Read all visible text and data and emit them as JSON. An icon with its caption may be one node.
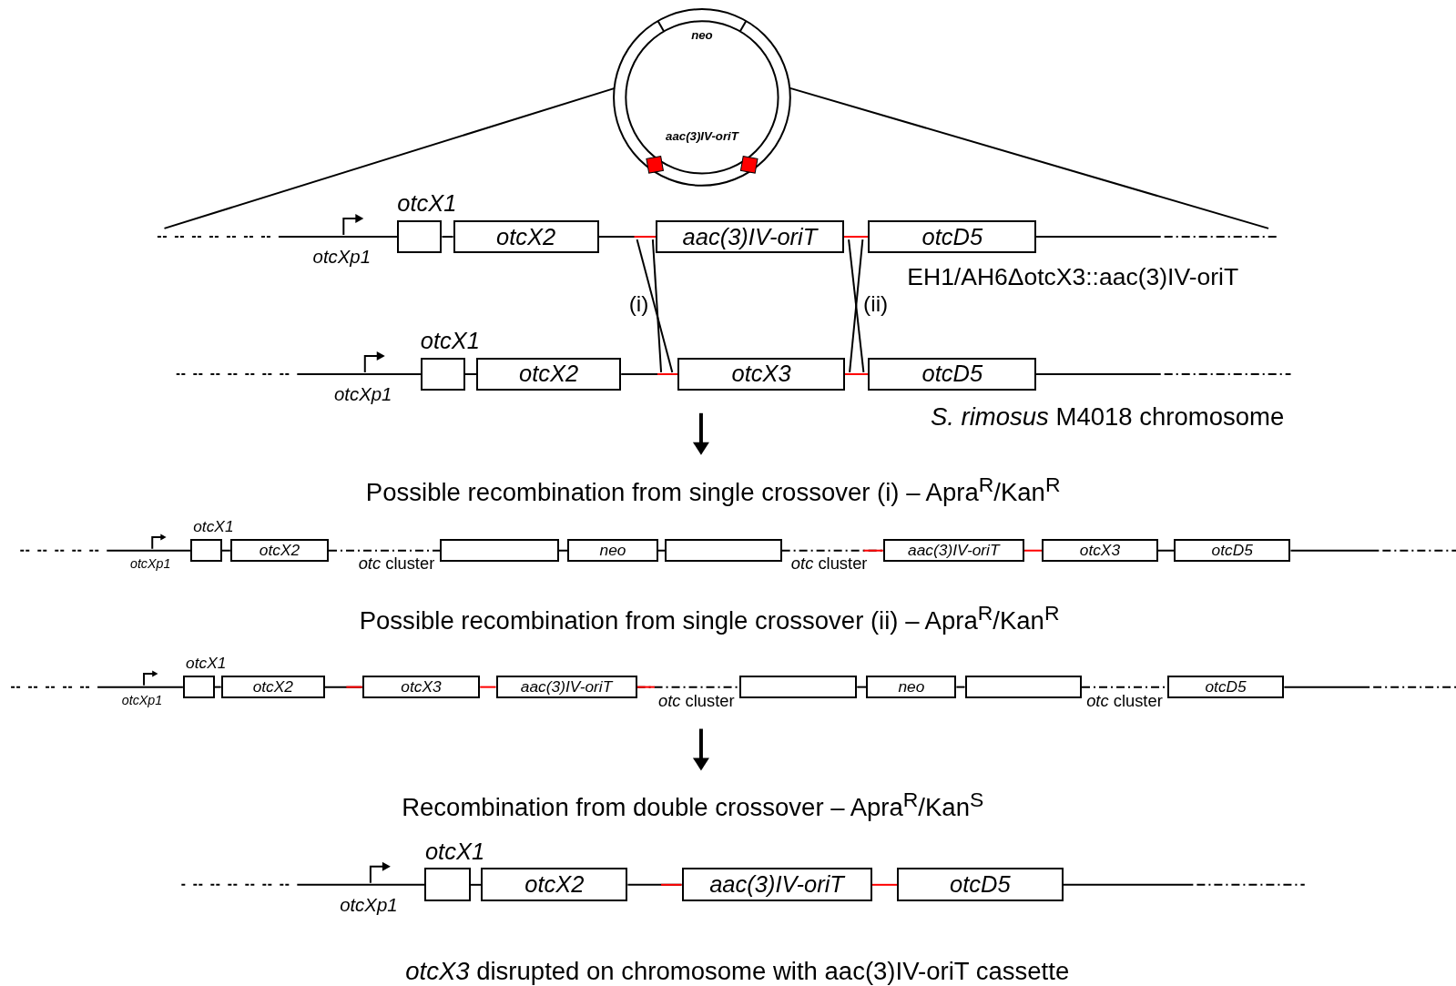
{
  "diagram": {
    "nodes": [
      {
        "text": [
          "neo",
          "aac(3)IV-oriT"
        ]
      },
      {
        "text": [
          "otcX1"
        ]
      },
      {
        "text": [
          "otcX2"
        ]
      },
      {
        "text": [
          "aac(3)IV-oriT"
        ]
      },
      {
        "text": [
          "otcD5"
        ]
      },
      {
        "text": [
          "otcX1"
        ]
      },
      {
        "text": [
          "otcX2"
        ]
      },
      {
        "text": [
          "otcX3"
        ]
      },
      {
        "text": [
          "otcD5"
        ]
      },
      {
        "text": [
          "otcX1"
        ]
      },
      {
        "text": [
          "otcX2"
        ]
      },
      {
        "text": [],
        "shape": "box"
      },
      {
        "text": [
          "neo"
        ]
      },
      {
        "text": [],
        "shape": "box"
      },
      {
        "text": [
          "aac(3)IV-oriT"
        ]
      },
      {
        "text": [
          "otcX3"
        ]
      },
      {
        "text": [
          "otcD5"
        ]
      },
      {
        "text": [
          "otcX1"
        ]
      },
      {
        "text": [
          "otcX2"
        ]
      },
      {
        "text": [
          "otcX3"
        ]
      },
      {
        "text": [
          "aac(3)IV-oriT"
        ]
      },
      {
        "text": [],
        "shape": "box"
      },
      {
        "text": [
          "neo"
        ]
      },
      {
        "text": [],
        "shape": "box"
      },
      {
        "text": [
          "otcD5"
        ]
      },
      {
        "text": [
          "otcX1"
        ]
      },
      {
        "text": [
          "otcX2"
        ]
      },
      {
        "text": [
          "aac(3)IV-oriT"
        ]
      },
      {
        "text": [
          "otcD5"
        ]
      }
    ],
    "edges": [
      {
        "from": 1,
        "to": 2,
        "arrow": "none"
      },
      {
        "from": 2,
        "to": 3,
        "arrow": "none"
      },
      {
        "from": 3,
        "to": 4,
        "arrow": "none",
        "color": "#ff0000"
      },
      {
        "from": 5,
        "to": 6,
        "arrow": "none"
      },
      {
        "from": 6,
        "to": 7,
        "arrow": "none"
      },
      {
        "from": 7,
        "to": 8,
        "arrow": "none",
        "color": "#ff0000"
      },
      {
        "from": 9,
        "to": 10,
        "arrow": "none"
      },
      {
        "from": 10,
        "to": 11,
        "arrow": "none",
        "style": "dashed"
      },
      {
        "from": 11,
        "to": 12,
        "arrow": "none"
      },
      {
        "from": 12,
        "to": 13,
        "arrow": "none"
      },
      {
        "from": 13,
        "to": 14,
        "arrow": "none",
        "style": "dashed"
      },
      {
        "from": 14,
        "to": 15,
        "arrow": "none",
        "color": "#ff0000"
      },
      {
        "from": 15,
        "to": 16,
        "arrow": "none"
      },
      {
        "from": 17,
        "to": 18,
        "arrow": "none"
      },
      {
        "from": 18,
        "to": 19,
        "arrow": "none"
      },
      {
        "from": 19,
        "to": 20,
        "arrow": "none",
        "color": "#ff0000"
      },
      {
        "from": 20,
        "to": 21,
        "arrow": "none",
        "style": "dashed"
      },
      {
        "from": 21,
        "to": 22,
        "arrow": "none"
      },
      {
        "from": 22,
        "to": 23,
        "arrow": "none"
      },
      {
        "from": 23,
        "to": 24,
        "arrow": "none",
        "style": "dashed"
      },
      {
        "from": 25,
        "to": 26,
        "arrow": "none"
      },
      {
        "from": 26,
        "to": 27,
        "arrow": "none"
      },
      {
        "from": 27,
        "to": 28,
        "arrow": "none",
        "color": "#ff0000"
      },
      {
        "from": null,
        "to": 1,
        "arrow": "none",
        "style": "dashed"
      },
      {
        "from": 4,
        "to": null,
        "arrow": "none",
        "style": "dashed"
      },
      {
        "from": null,
        "to": 5,
        "arrow": "none",
        "style": "dashed"
      },
      {
        "from": 8,
        "to": null,
        "arrow": "none",
        "style": "dashed"
      },
      {
        "from": null,
        "to": 9,
        "arrow": "none",
        "style": "dashed"
      },
      {
        "from": 16,
        "to": null,
        "arrow": "none",
        "style": "dashed"
      },
      {
        "from": null,
        "to": 17,
        "arrow": "none",
        "style": "dashed"
      },
      {
        "from": 24,
        "to": null,
        "arrow": "none",
        "style": "dashed"
      },
      {
        "from": null,
        "to": 25,
        "arrow": "none",
        "style": "dashed"
      },
      {
        "from": 28,
        "to": null,
        "arrow": "none",
        "style": "dashed"
      },
      {
        "from": 0,
        "to": null,
        "arrow": "none"
      },
      {
        "from": 0,
        "to": null,
        "arrow": "none"
      }
    ],
    "labels": [
      "otcXp1",
      "(i)",
      "(ii)",
      "EH1/AH6ΔotcX3::aac(3)IV-oriT",
      "otcXp1",
      "*S. rimosus* M4018 chromosome",
      "Possible recombination from single crossover (i) – Apra$^{R}$/Kan$^{R}$",
      "otcXp1",
      "*otc* cluster",
      "*otc* cluster",
      "Possible recombination from single crossover (ii) – Apra$^{R}$/Kan$^{R}$",
      "otcXp1",
      "*otc* cluster",
      "*otc* cluster",
      "Recombination from double crossover – Apra$^{R}$/Kan$^{S}$",
      "otcXp1",
      "*otcX3* disrupted on chromosome with aac(3)IV-oriT cassette"
    ]
  }
}
